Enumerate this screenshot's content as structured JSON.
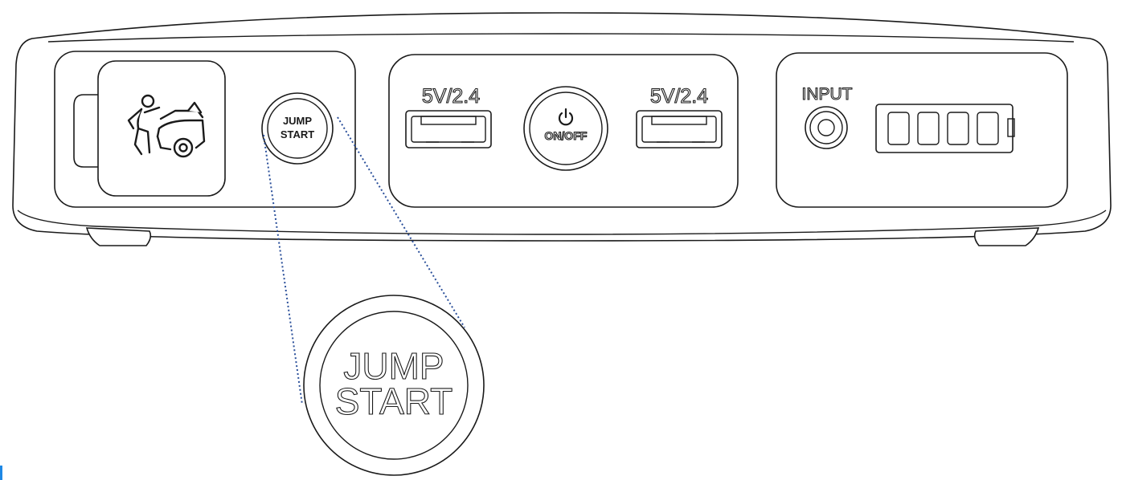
{
  "device": {
    "jump_button_label_line1": "JUMP",
    "jump_button_label_line2": "START",
    "usb_left_label": "5V/2.4",
    "usb_right_label": "5V/2.4",
    "power_button_label": "ON/OFF",
    "input_label": "INPUT",
    "battery_indicator_bars": 4
  },
  "zoom": {
    "label_line1": "JUMP",
    "label_line2": "START"
  },
  "colors": {
    "line": "#1a1a1a",
    "callout_dots": "#2a4f9a",
    "edge_mark": "#1e88e5"
  },
  "icons": {
    "jump_start_pictogram": "person-lifting-car-hood-icon",
    "power_symbol": "power-icon"
  }
}
